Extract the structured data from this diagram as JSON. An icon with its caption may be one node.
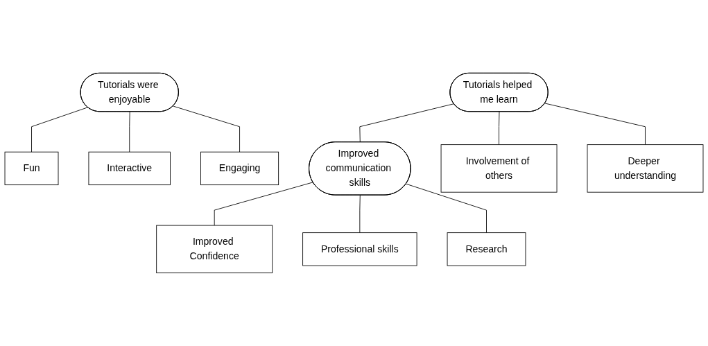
{
  "diagram": {
    "nodes": [
      {
        "text": [
          "Tutorials were enjoyable"
        ]
      },
      {
        "text": [
          "Fun"
        ]
      },
      {
        "text": [
          "Interactive"
        ]
      },
      {
        "text": [
          "Engaging"
        ]
      },
      {
        "text": [
          "Tutorials helped me learn"
        ]
      },
      {
        "text": [
          "Improved communication skills"
        ]
      },
      {
        "text": [
          "Involvement of others"
        ]
      },
      {
        "text": [
          "Deeper understanding"
        ]
      },
      {
        "text": [
          "Improved Confidence"
        ]
      },
      {
        "text": [
          "Professional skills"
        ]
      },
      {
        "text": [
          "Research"
        ]
      }
    ],
    "edges": [
      {
        "from": 0,
        "to": 1,
        "arrow": "none"
      },
      {
        "from": 0,
        "to": 2,
        "arrow": "none"
      },
      {
        "from": 0,
        "to": 3,
        "arrow": "none"
      },
      {
        "from": 4,
        "to": 5,
        "arrow": "none"
      },
      {
        "from": 4,
        "to": 6,
        "arrow": "none"
      },
      {
        "from": 4,
        "to": 7,
        "arrow": "none"
      },
      {
        "from": 5,
        "to": 8,
        "arrow": "none"
      },
      {
        "from": 5,
        "to": 9,
        "arrow": "none"
      },
      {
        "from": 5,
        "to": 10,
        "arrow": "none"
      }
    ]
  }
}
